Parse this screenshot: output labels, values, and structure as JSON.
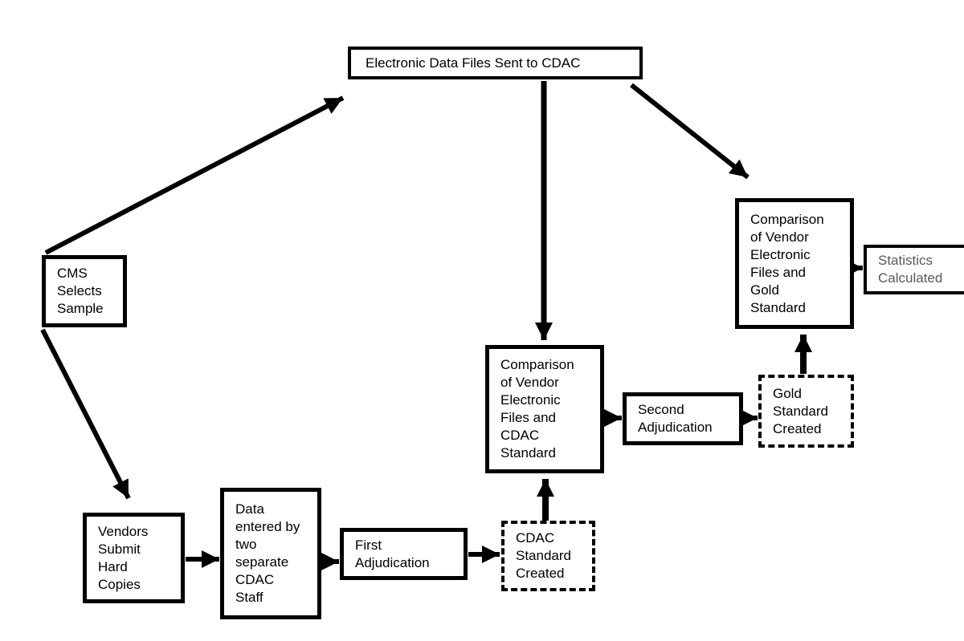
{
  "nodes": {
    "electronic_data": {
      "label": "Electronic Data Files Sent to CDAC"
    },
    "cms": {
      "label": "CMS\nSelects\nSample"
    },
    "vendors": {
      "label": "Vendors\nSubmit\nHard\nCopies"
    },
    "data_entry": {
      "label": "Data\nentered by\ntwo\nseparate\nCDAC\nStaff"
    },
    "first_adjudication": {
      "label": "First\nAdjudication"
    },
    "cdac_standard": {
      "label": "CDAC\nStandard\nCreated",
      "border": "dashed"
    },
    "comparison_cdac": {
      "label": "Comparison\nof Vendor\nElectronic\nFiles and\nCDAC\nStandard"
    },
    "second_adjudication": {
      "label": "Second\nAdjudication"
    },
    "gold_standard": {
      "label": "Gold\nStandard\nCreated",
      "border": "dashed"
    },
    "comparison_gold": {
      "label": "Comparison\nof Vendor\nElectronic\nFiles and\nGold\nStandard"
    },
    "statistics": {
      "label": "Statistics\nCalculated",
      "text_color": "#595959"
    }
  },
  "colors": {
    "background": "#ffffff",
    "line": "#000000",
    "statistics_text": "#595959"
  }
}
